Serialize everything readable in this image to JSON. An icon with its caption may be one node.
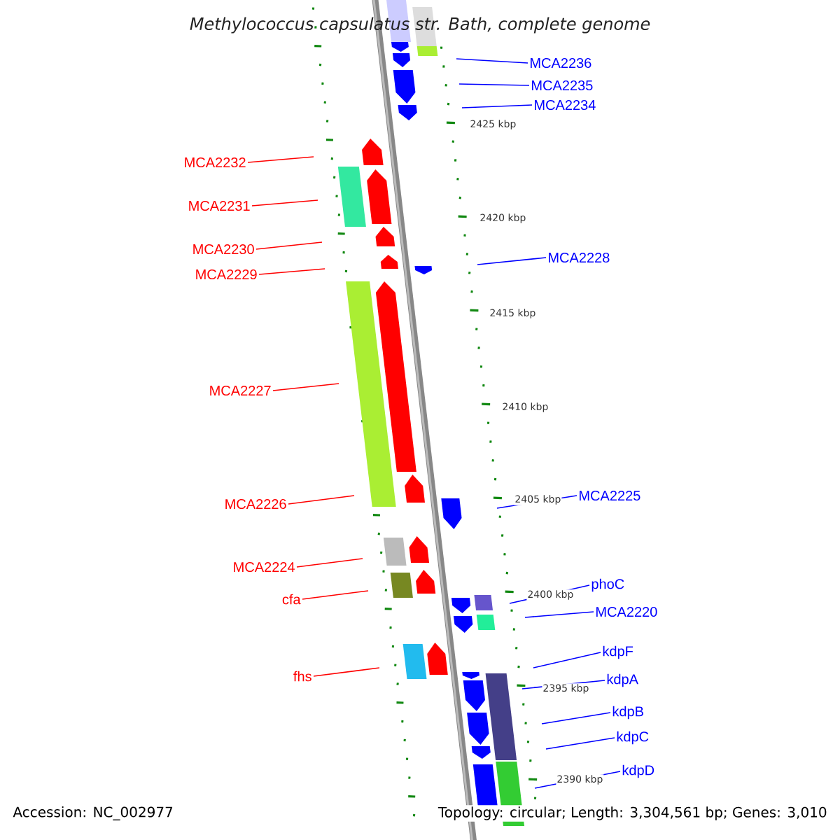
{
  "diagram": {
    "title": "Methylococcus capsulatus str. Bath, complete genome",
    "nodes": [
      {
        "text": [
          "MCA2236"
        ]
      },
      {
        "text": [
          "MCA2235"
        ]
      },
      {
        "text": [
          "MCA2234"
        ]
      },
      {
        "text": [
          "MCA2232"
        ]
      },
      {
        "text": [
          "MCA2231"
        ]
      },
      {
        "text": [
          "MCA2230"
        ]
      },
      {
        "text": [
          "MCA2228"
        ]
      },
      {
        "text": [
          "MCA2229"
        ]
      },
      {
        "text": [
          "MCA2227"
        ]
      },
      {
        "text": [
          "MCA2225"
        ]
      },
      {
        "text": [
          "MCA2226"
        ]
      },
      {
        "text": [
          "MCA2224"
        ]
      },
      {
        "text": [
          "phoC"
        ]
      },
      {
        "text": [
          "cfa"
        ]
      },
      {
        "text": [
          "MCA2220"
        ]
      },
      {
        "text": [
          "kdpF"
        ]
      },
      {
        "text": [
          "fhs"
        ]
      },
      {
        "text": [
          "kdpA"
        ]
      },
      {
        "text": [
          "kdpB"
        ]
      },
      {
        "text": [
          "kdpC"
        ]
      },
      {
        "text": [
          "kdpD"
        ]
      }
    ],
    "edges": [
      {
        "from": 0,
        "to": null,
        "arrow": "none"
      },
      {
        "from": 1,
        "to": null,
        "arrow": "none"
      },
      {
        "from": 2,
        "to": null,
        "arrow": "none"
      },
      {
        "from": 3,
        "to": null,
        "arrow": "none",
        "color": "#ff0000"
      },
      {
        "from": 4,
        "to": null,
        "arrow": "none",
        "color": "#ff0000"
      },
      {
        "from": 5,
        "to": null,
        "arrow": "none",
        "color": "#ff0000"
      },
      {
        "from": 6,
        "to": null,
        "arrow": "none"
      },
      {
        "from": 7,
        "to": null,
        "arrow": "none",
        "color": "#ff0000"
      },
      {
        "from": 8,
        "to": null,
        "arrow": "none",
        "color": "#ff0000"
      },
      {
        "from": 9,
        "to": null,
        "arrow": "none"
      },
      {
        "from": 10,
        "to": null,
        "arrow": "none",
        "color": "#ff0000"
      },
      {
        "from": 11,
        "to": null,
        "arrow": "none",
        "color": "#ff0000"
      },
      {
        "from": 12,
        "to": null,
        "arrow": "none"
      },
      {
        "from": 13,
        "to": null,
        "arrow": "none",
        "color": "#ff0000"
      },
      {
        "from": 14,
        "to": null,
        "arrow": "none"
      },
      {
        "from": 15,
        "to": null,
        "arrow": "none"
      },
      {
        "from": 16,
        "to": null,
        "arrow": "none",
        "color": "#ff0000"
      },
      {
        "from": 17,
        "to": null,
        "arrow": "none"
      },
      {
        "from": 18,
        "to": null,
        "arrow": "none"
      },
      {
        "from": 19,
        "to": null,
        "arrow": "none"
      },
      {
        "from": 20,
        "to": null,
        "arrow": "none"
      }
    ],
    "labels": [
      "2425 kbp",
      "2420 kbp",
      "2415 kbp",
      "2410 kbp",
      "2405 kbp",
      "2400 kbp",
      "2395 kbp",
      "2390 kbp",
      "Accession: NC_002977",
      "Topology: circular; Length: 3,304,561 bp; Genes: 3,010"
    ]
  }
}
